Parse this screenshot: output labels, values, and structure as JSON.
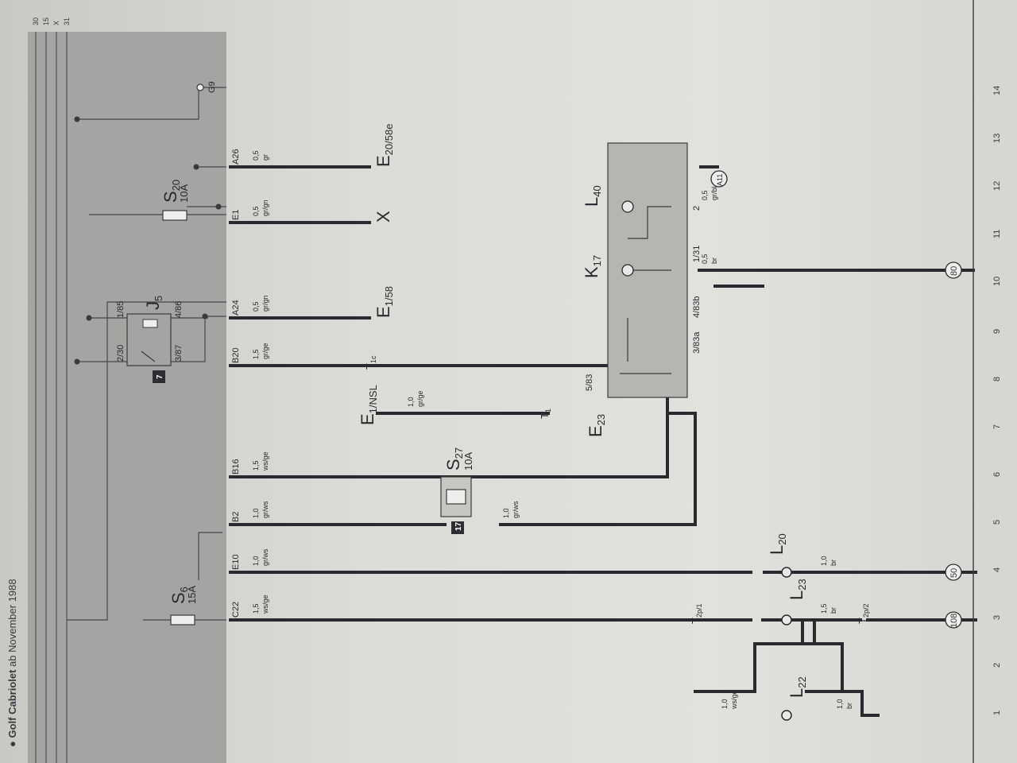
{
  "title": {
    "bullet": "●",
    "main": "Golf Cabriolet",
    "rest": " ab November 1988"
  },
  "rails": [
    "30",
    "15",
    "X",
    "31"
  ],
  "grid_numbers": [
    "1",
    "2",
    "3",
    "4",
    "5",
    "6",
    "7",
    "8",
    "9",
    "10",
    "11",
    "12",
    "13",
    "14"
  ],
  "connectors": {
    "c22": "C22",
    "e10": "E10",
    "b2": "B2",
    "b16": "B16",
    "b20": "B20",
    "a24": "A24",
    "e1": "E1",
    "a26": "A26",
    "g9": "G9"
  },
  "fuses": {
    "s6": {
      "main": "S",
      "sub": "6",
      "rating": "15A"
    },
    "s20": {
      "main": "S",
      "sub": "20",
      "rating": "10A"
    },
    "s27": {
      "main": "S",
      "sub": "27",
      "rating": "10A"
    }
  },
  "relay": {
    "main": "J",
    "sub": "5",
    "box": "7",
    "pin_a": "2/30",
    "pin_b": "1/85",
    "pin_c": "3/87",
    "pin_d": "4/86"
  },
  "fuse_box_27": "17",
  "wires": {
    "w3": {
      "size": "1,5",
      "color": "ws/ge"
    },
    "w4": {
      "size": "1,0",
      "color": "gr/ws"
    },
    "w5": {
      "size": "1,0",
      "color": "gr/ws"
    },
    "w5b": {
      "size": "1,0",
      "color": "gr/ws"
    },
    "w6": {
      "size": "1,5",
      "color": "ws/ge"
    },
    "w8": {
      "size": "1,5",
      "color": "gr/ge"
    },
    "w7": {
      "size": "1,0",
      "color": "gr/ge"
    },
    "w9": {
      "size": "0,5",
      "color": "gr/gn"
    },
    "w11": {
      "size": "0,5",
      "color": "gr/gn"
    },
    "w12": {
      "size": "0,5",
      "color": "gr"
    },
    "w10": {
      "size": "0,5",
      "color": "br"
    },
    "w11b": {
      "size": "0,5",
      "color": "gr/bl"
    },
    "w1": {
      "size": "1,0",
      "color": "ws/ge"
    },
    "w1b": {
      "size": "1,0",
      "color": "br"
    },
    "w3b": {
      "size": "1,5",
      "color": "br"
    },
    "w4b": {
      "size": "1,0",
      "color": "br"
    }
  },
  "destinations": {
    "e1_58": {
      "main": "E",
      "sub": "1/58"
    },
    "x": "X",
    "e20": {
      "main": "E",
      "sub": "20/58e"
    },
    "e1nsl": {
      "main": "E",
      "sub": "1/NSL"
    }
  },
  "terminals": {
    "t1c": {
      "main": "T",
      "sub": "1c"
    },
    "t1": {
      "main": "T",
      "sub": "1"
    },
    "t2p1": {
      "main": "T",
      "sub": "2p/1"
    },
    "t2p2": {
      "main": "T",
      "sub": "2p/2"
    }
  },
  "switch_unit": {
    "e23": {
      "main": "E",
      "sub": "23"
    },
    "k17": {
      "main": "K",
      "sub": "17"
    },
    "l40": {
      "main": "L",
      "sub": "40"
    },
    "pins": {
      "p583": "5/83",
      "p383a": "3/83a",
      "p483b": "4/83b",
      "p131": "1/31",
      "p2": "2"
    }
  },
  "lamps": {
    "l20": {
      "main": "L",
      "sub": "20"
    },
    "l23": {
      "main": "L",
      "sub": "23"
    },
    "l22": {
      "main": "L",
      "sub": "22"
    }
  },
  "ground_points": {
    "g108": "108",
    "g50": "50",
    "g80": "80",
    "a11": "A11"
  }
}
